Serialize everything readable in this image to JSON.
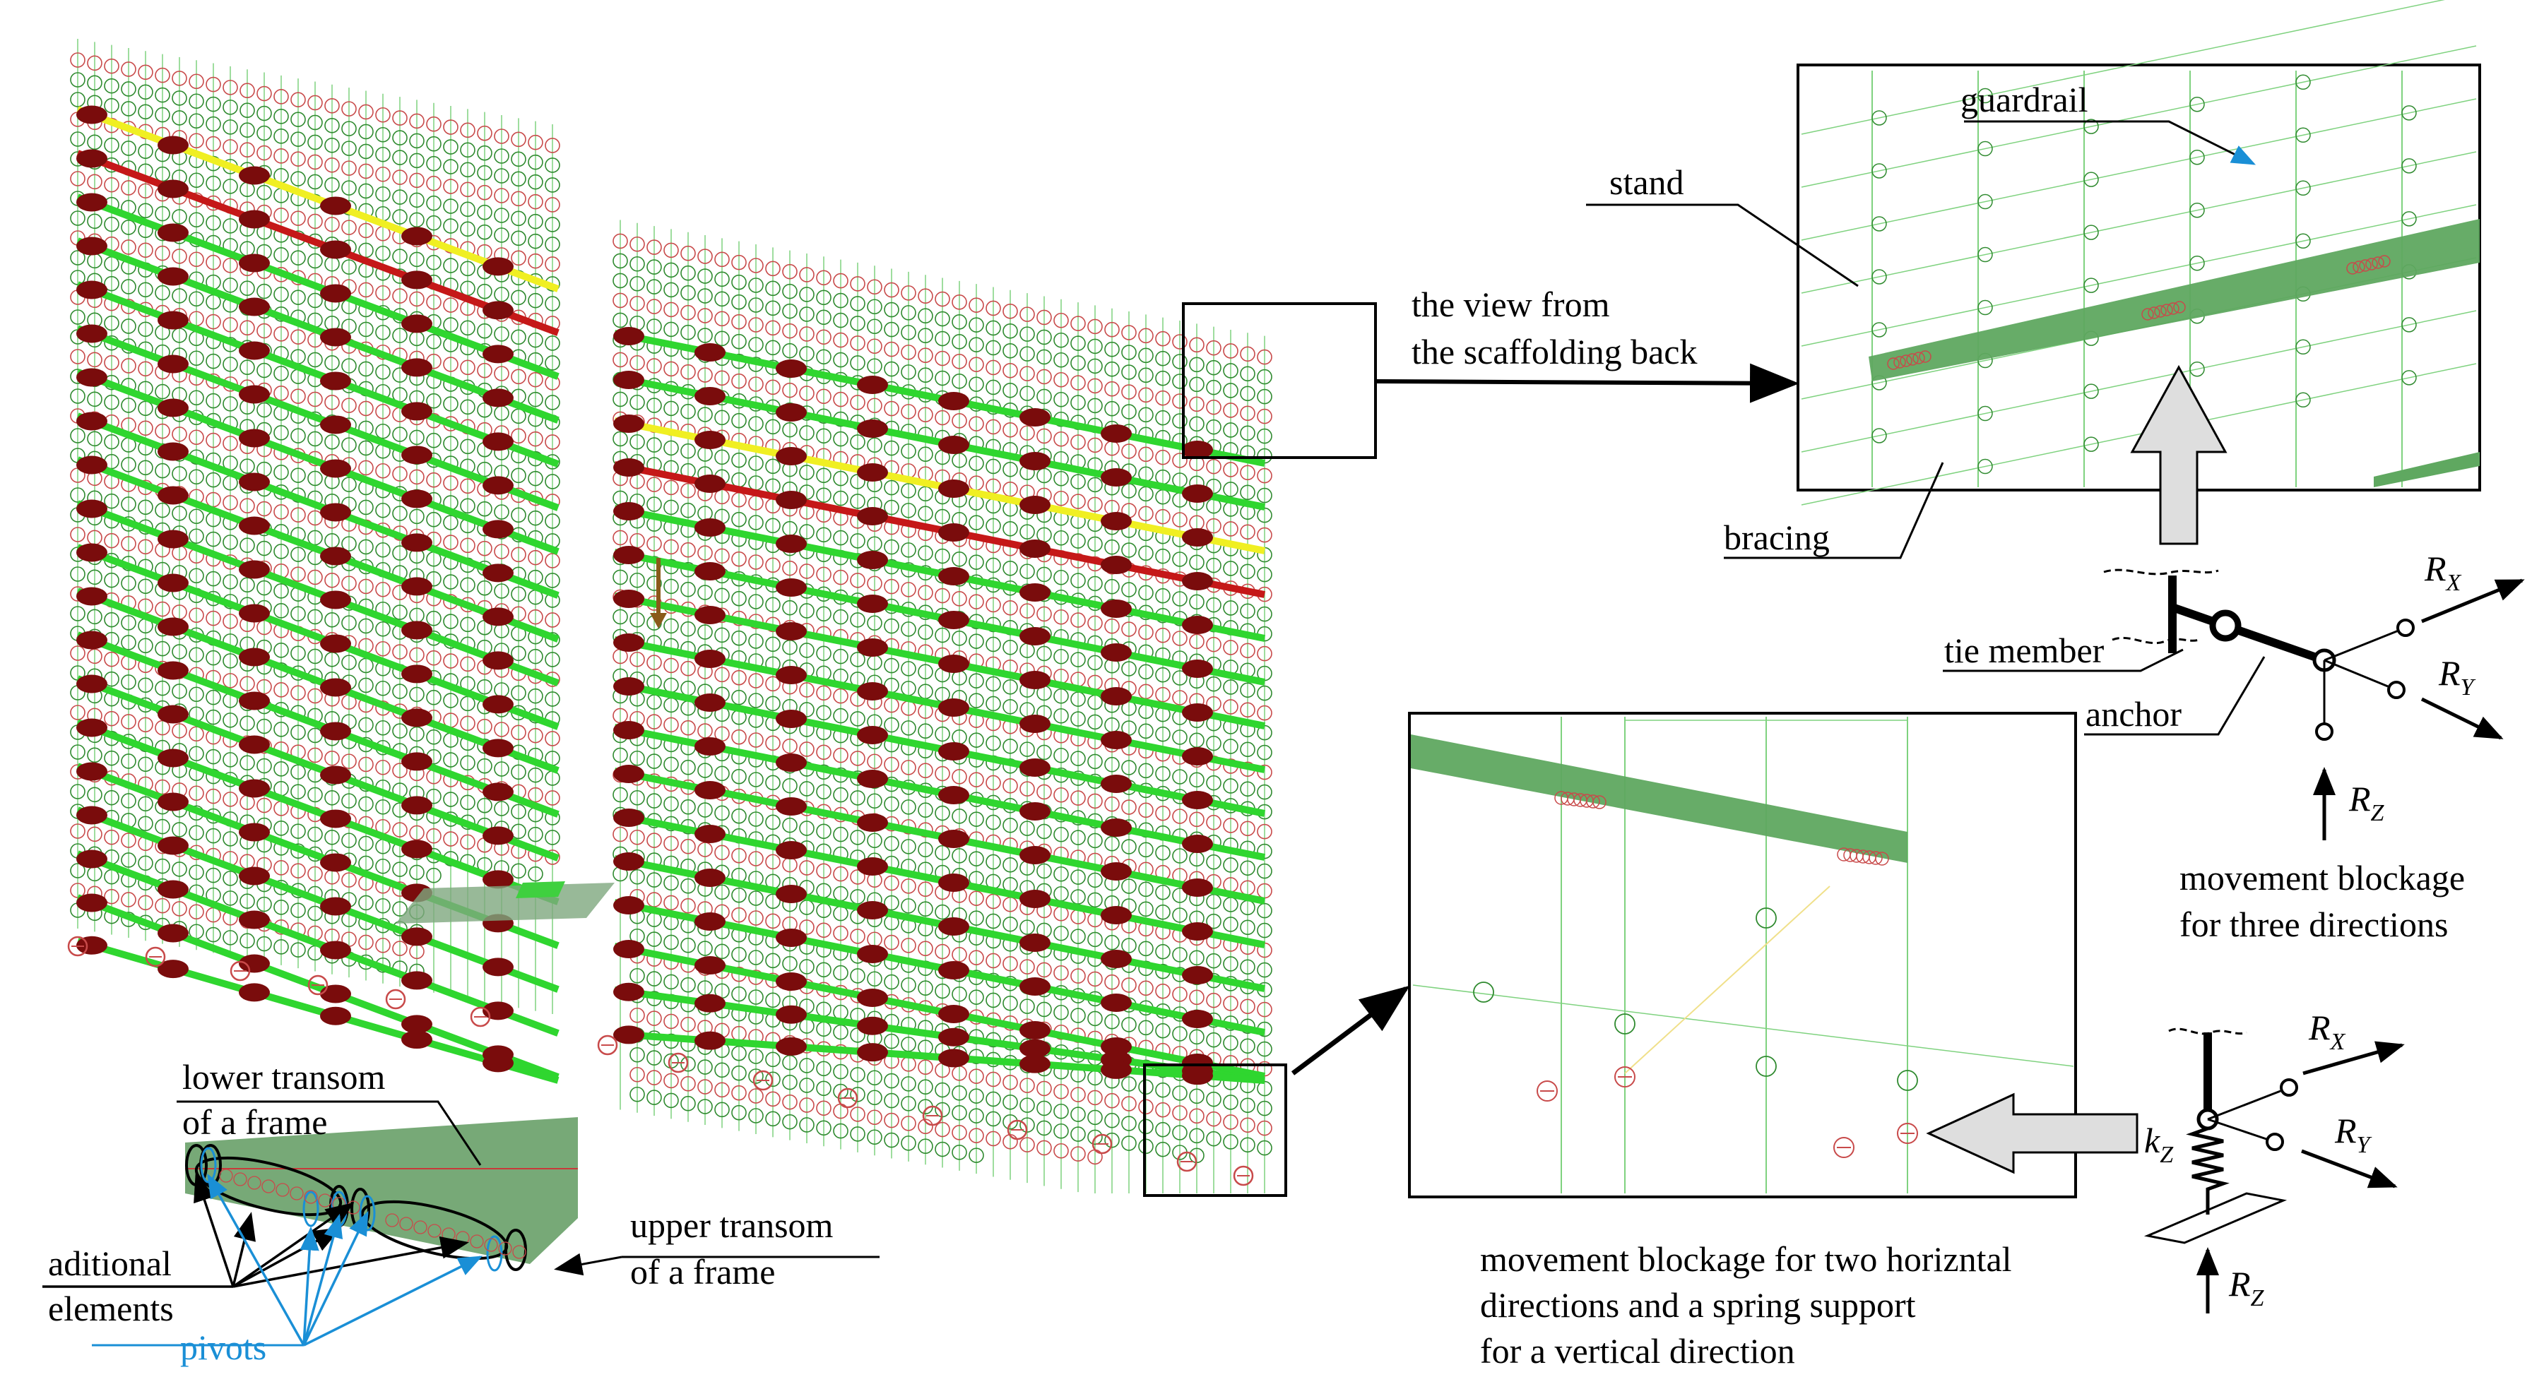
{
  "labels": {
    "guardrail": "guardrail",
    "stand": "stand",
    "view_line1": "the view from",
    "view_line2": "the scaffolding back",
    "bracing": "bracing",
    "tie_member": "tie member",
    "anchor": "anchor",
    "movement_three_line1": "movement blockage",
    "movement_three_line2": "for three directions",
    "lower_transom_line1": "lower transom",
    "lower_transom_line2": "of a frame",
    "upper_transom_line1": "upper transom",
    "upper_transom_line2": "of a frame",
    "additional_line1": "aditional",
    "additional_line2": "elements",
    "pivots": "pivots",
    "movement_two_line1": "movement blockage for two horizntal",
    "movement_two_line2": "directions and a spring support",
    "movement_two_line3": "for a vertical direction"
  },
  "symbols": {
    "R": "R",
    "k": "k",
    "X": "X",
    "Y": "Y",
    "Z": "Z"
  },
  "colors": {
    "green_bar": "#2fd62f",
    "red_bar": "#c51818",
    "yellow_bar": "#f0ef22",
    "node_dark": "#7a0c0c",
    "mesh_green": "#7fd27f",
    "circle_green": "#2f8a2f",
    "circle_red": "#c84a4a",
    "inset_bar": "#5fa860",
    "pivot_blue": "#1a8fd6"
  }
}
